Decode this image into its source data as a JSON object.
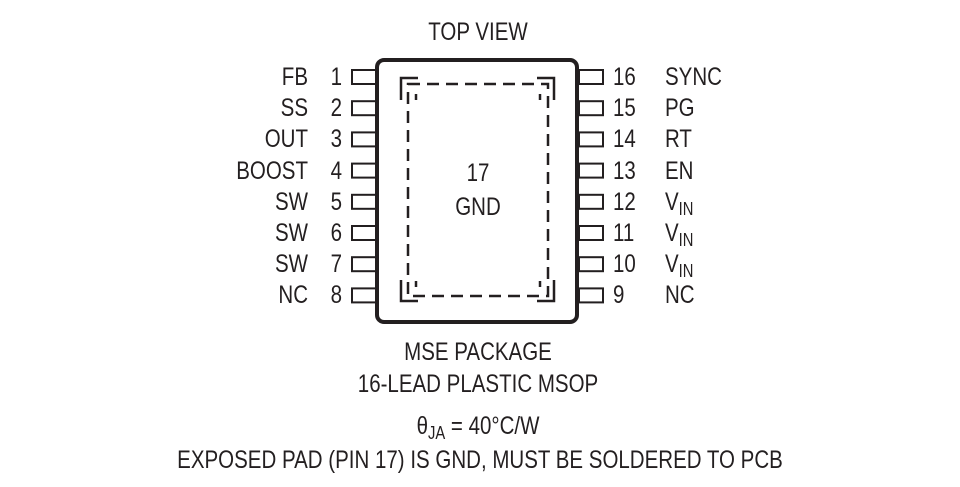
{
  "title": "TOP VIEW",
  "left_pins": [
    {
      "num": "1",
      "name": "FB"
    },
    {
      "num": "2",
      "name": "SS"
    },
    {
      "num": "3",
      "name": "OUT"
    },
    {
      "num": "4",
      "name": "BOOST"
    },
    {
      "num": "5",
      "name": "SW"
    },
    {
      "num": "6",
      "name": "SW"
    },
    {
      "num": "7",
      "name": "SW"
    },
    {
      "num": "8",
      "name": "NC"
    }
  ],
  "right_pins": [
    {
      "num": "16",
      "name": "SYNC",
      "sub": ""
    },
    {
      "num": "15",
      "name": "PG",
      "sub": ""
    },
    {
      "num": "14",
      "name": "RT",
      "sub": ""
    },
    {
      "num": "13",
      "name": "EN",
      "sub": ""
    },
    {
      "num": "12",
      "name": "V",
      "sub": "IN"
    },
    {
      "num": "11",
      "name": "V",
      "sub": "IN"
    },
    {
      "num": "10",
      "name": "V",
      "sub": "IN"
    },
    {
      "num": "9",
      "name": "NC",
      "sub": ""
    }
  ],
  "exposed_pad": {
    "num": "17",
    "name": "GND"
  },
  "package_line1": "MSE PACKAGE",
  "package_line2": "16-LEAD PLASTIC MSOP",
  "theta": {
    "symbol": "θ",
    "sub": "JA",
    "value": " = 40°C/W"
  },
  "note": "EXPOSED PAD (PIN 17) IS GND, MUST BE SOLDERED TO PCB"
}
